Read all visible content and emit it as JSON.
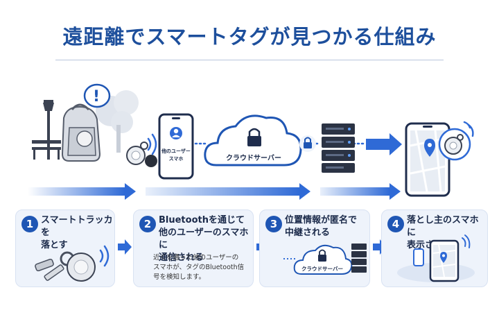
{
  "title": "遠距離でスマートタグが見つかる仕組み",
  "scene": {
    "phone_label_line1": "他のユーザー",
    "phone_label_line2": "スマホ",
    "cloud_label": "クラウドサーバー",
    "alert_mark": "!"
  },
  "steps": [
    {
      "num": "1",
      "title": "スマートトラッカを\n落とす"
    },
    {
      "num": "2",
      "title": "Bluetoothを通じて\n他のユーザーのスマホに\n通信される",
      "desc": "近くを通った他のユーザーの\nスマホが、タグのBluetooth信\n号を検知します。"
    },
    {
      "num": "3",
      "title": "位置情報が匿名で\n中継される",
      "cloud_label": "クラウドサーバー"
    },
    {
      "num": "4",
      "title": "落とし主のスマホに\n表示される"
    }
  ],
  "colors": {
    "accent": "#1f56b4",
    "title": "#1d4f9c",
    "panel": "#eef3fb"
  }
}
